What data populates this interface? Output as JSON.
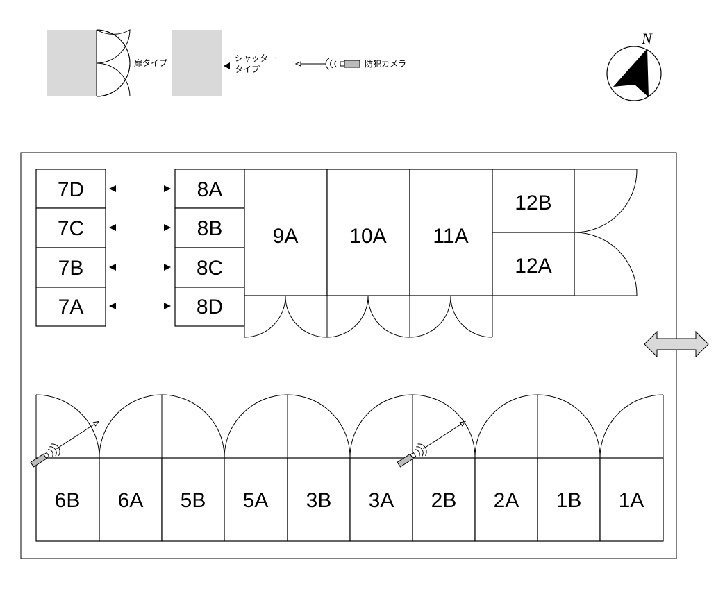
{
  "legend": {
    "door_type": "扉タイプ",
    "shutter_type_line1": "シャッター",
    "shutter_type_line2": "タイプ",
    "camera": "防犯カメラ"
  },
  "compass": {
    "north": "N"
  },
  "units": {
    "block7": [
      "7D",
      "7C",
      "7B",
      "7A"
    ],
    "block8": [
      "8A",
      "8B",
      "8C",
      "8D"
    ],
    "center": [
      "9A",
      "10A",
      "11A"
    ],
    "block12": [
      "12B",
      "12A"
    ],
    "bottom_row": [
      "6B",
      "6A",
      "5B",
      "5A",
      "3B",
      "3A",
      "2B",
      "2A",
      "1B",
      "1A"
    ]
  }
}
